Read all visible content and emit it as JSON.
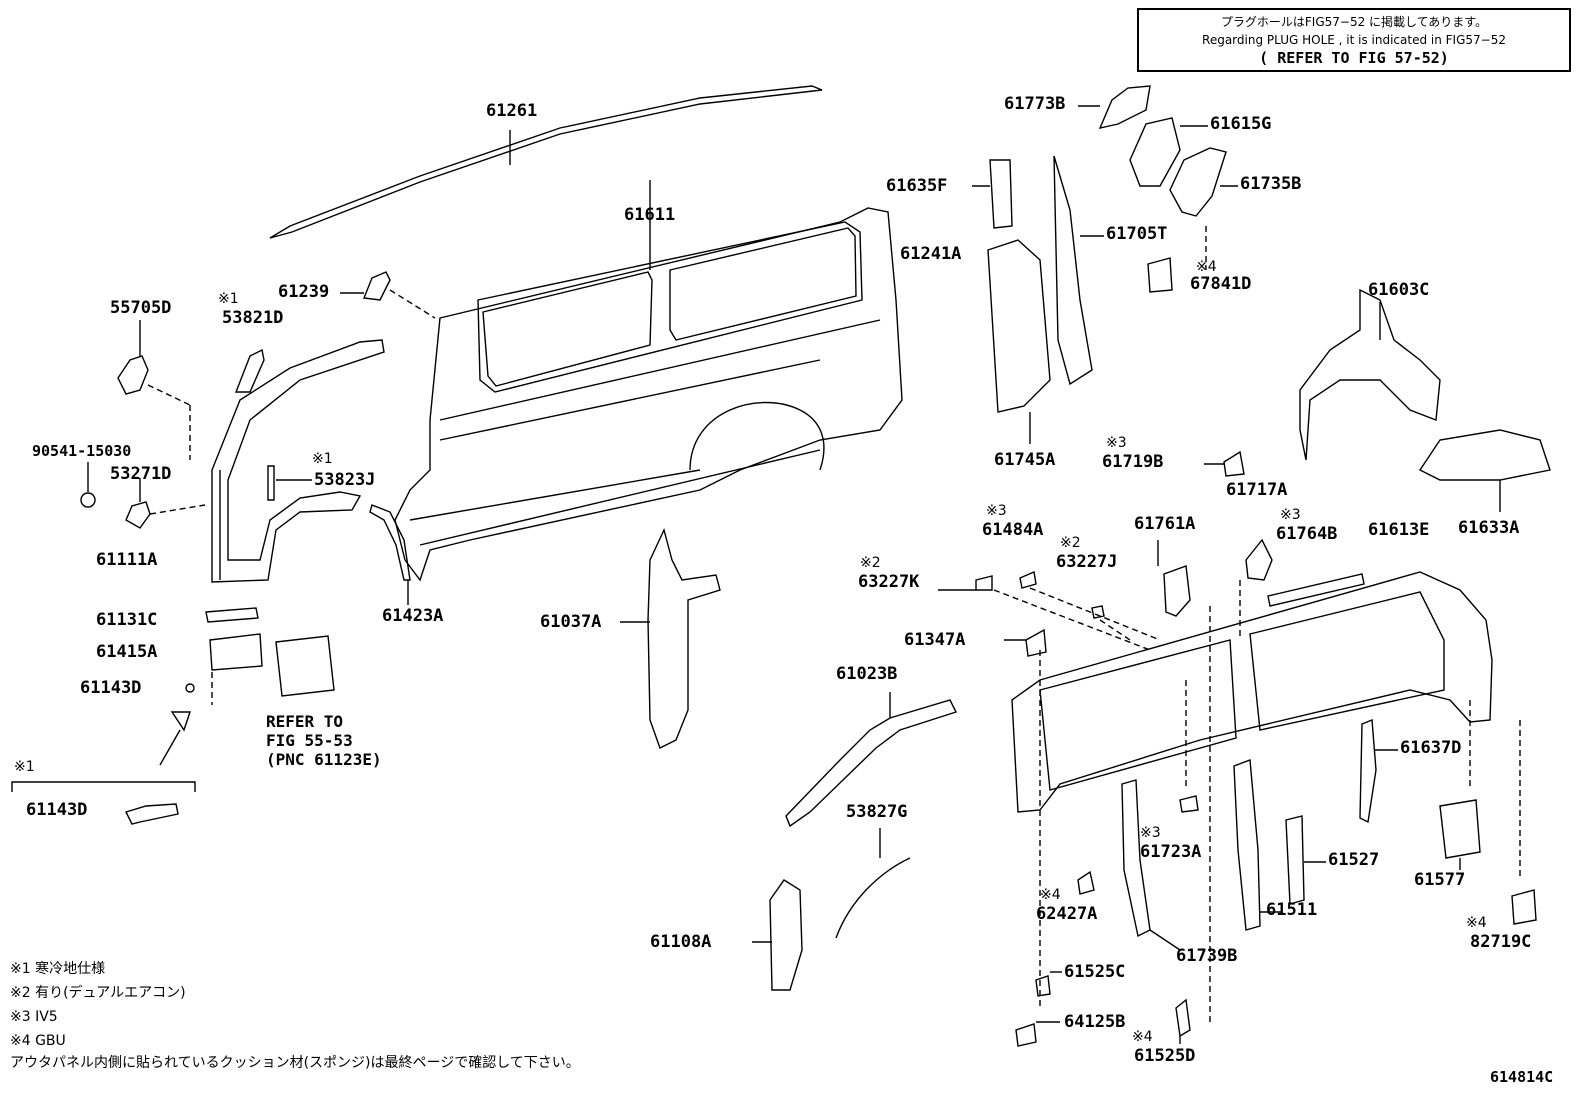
{
  "notice": {
    "line1": "プラグホールはFIG57−52 に掲載してあります。",
    "line2": "Regarding PLUG HOLE , it is indicated in FIG57−52",
    "line3": "( REFER TO FIG 57-52)"
  },
  "parts": {
    "p61261": "61261",
    "p61611": "61611",
    "p61239": "61239",
    "p55705D": "55705D",
    "p53821D": "53821D",
    "p90541": "90541-15030",
    "p53271D": "53271D",
    "p53823J": "53823J",
    "p61111A": "61111A",
    "p61423A": "61423A",
    "p61131C": "61131C",
    "p61415A": "61415A",
    "p61143D_a": "61143D",
    "p61143D_b": "61143D",
    "p61037A": "61037A",
    "p61773B": "61773B",
    "p61615G": "61615G",
    "p61635F": "61635F",
    "p61735B": "61735B",
    "p61705T": "61705T",
    "p61241A": "61241A",
    "p67841D": "67841D",
    "p61603C": "61603C",
    "p61745A": "61745A",
    "p61719B": "61719B",
    "p61717A": "61717A",
    "p61633A": "61633A",
    "p61484A": "61484A",
    "p61761A": "61761A",
    "p61764B": "61764B",
    "p61613E": "61613E",
    "p63227K": "63227K",
    "p63227J": "63227J",
    "p61347A": "61347A",
    "p61023B": "61023B",
    "p61637D": "61637D",
    "p53827G": "53827G",
    "p61723A": "61723A",
    "p61527": "61527",
    "p61577": "61577",
    "p62427A": "62427A",
    "p61511": "61511",
    "p82719C": "82719C",
    "p61108A": "61108A",
    "p61739B": "61739B",
    "p61525C": "61525C",
    "p64125B": "64125B",
    "p61525D": "61525D"
  },
  "marks": {
    "m1": "※1",
    "m2": "※2",
    "m3": "※3",
    "m4": "※4"
  },
  "refer": {
    "line1": "REFER TO",
    "line2": "FIG 55-53",
    "line3": "(PNC 61123E)"
  },
  "footnotes": {
    "f1": "※1 寒冷地仕様",
    "f2": "※2 有り(デュアルエアコン)",
    "f3": "※3 IV5",
    "f4": "※4 GBU",
    "f5": "アウタパネル内側に貼られているクッション材(スポンジ)は最終ページで確認して下さい。"
  },
  "figure_number": "614814C"
}
